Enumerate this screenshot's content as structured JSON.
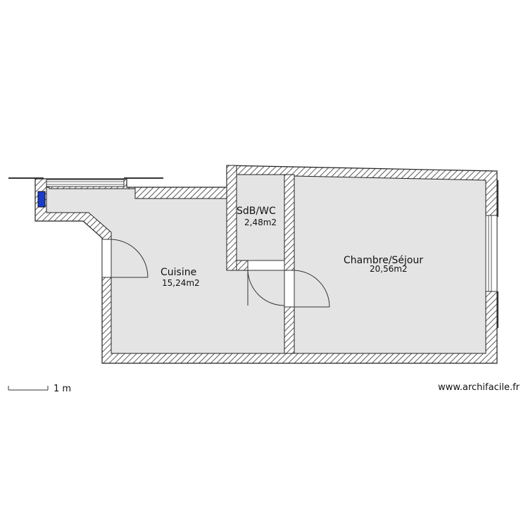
{
  "rooms": [
    {
      "name": "Cuisine",
      "area": "15,24m2"
    },
    {
      "name": "SdB/WC",
      "area": "2,48m2"
    },
    {
      "name": "Chambre/Séjour",
      "area": "20,56m2"
    }
  ],
  "scale": {
    "label": "1 m"
  },
  "footer": {
    "website": "www.archifacile.fr"
  },
  "colors": {
    "floor": "#e4e4e4",
    "wall_hatch": "#333333",
    "appliance": "#1a3ccc"
  }
}
